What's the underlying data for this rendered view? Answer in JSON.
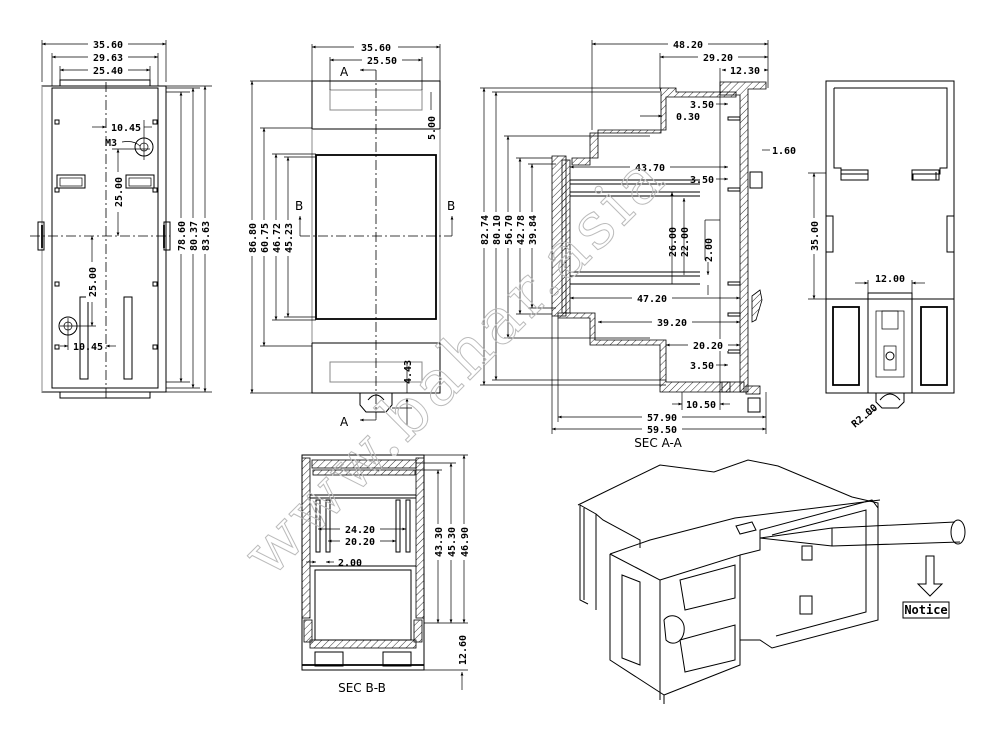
{
  "watermark": "www.bahar.asia",
  "views": {
    "back_view": {
      "dims": {
        "width_total": "35.60",
        "width_mid": "29.63",
        "width_inner": "25.40",
        "hole_offset_top": "10.45",
        "thread": "M3",
        "hole_v_top": "25.00",
        "hole_v_bottom": "25.00",
        "hole_offset_bottom": "10.45",
        "h1": "78.60",
        "h2": "80.37",
        "h3": "83.63"
      }
    },
    "front_view": {
      "dims": {
        "width_total": "35.60",
        "width_window": "25.50",
        "slot_depth": "5.00",
        "h_total": "86.80",
        "h1": "60.75",
        "h2": "46.72",
        "h3": "45.23",
        "bottom_offset": "4.43"
      },
      "section_marks": {
        "a_top": "A",
        "a_bottom": "A",
        "b_left": "B",
        "b_right": "B"
      }
    },
    "section_a": {
      "title": "SEC A-A",
      "dims": {
        "w_top": "48.20",
        "w_mid": "29.20",
        "w_right": "12.30",
        "t1": "3.50",
        "step": "0.30",
        "clip": "1.60",
        "w_inner": "43.70",
        "t2": "3.50",
        "v1": "26.00",
        "v2": "22.00",
        "v3": "2.00",
        "w_inner2": "47.20",
        "w_step": "39.20",
        "w_step2": "20.20",
        "t3": "3.50",
        "foot": "10.50",
        "w_total1": "57.90",
        "w_total2": "59.50",
        "h1": "82.74",
        "h2": "80.10",
        "h3": "56.70",
        "h4": "42.78",
        "h5": "39.84"
      }
    },
    "side_view": {
      "dims": {
        "h": "35.00",
        "w": "12.00",
        "radius": "R2.00"
      }
    },
    "section_b": {
      "title": "SEC B-B",
      "dims": {
        "w1": "24.20",
        "w2": "20.20",
        "w3": "2.00",
        "h1": "43.30",
        "h2": "45.30",
        "h3": "46.90",
        "h4": "12.60"
      }
    },
    "iso_view": {
      "notice_label": "Notice"
    }
  }
}
